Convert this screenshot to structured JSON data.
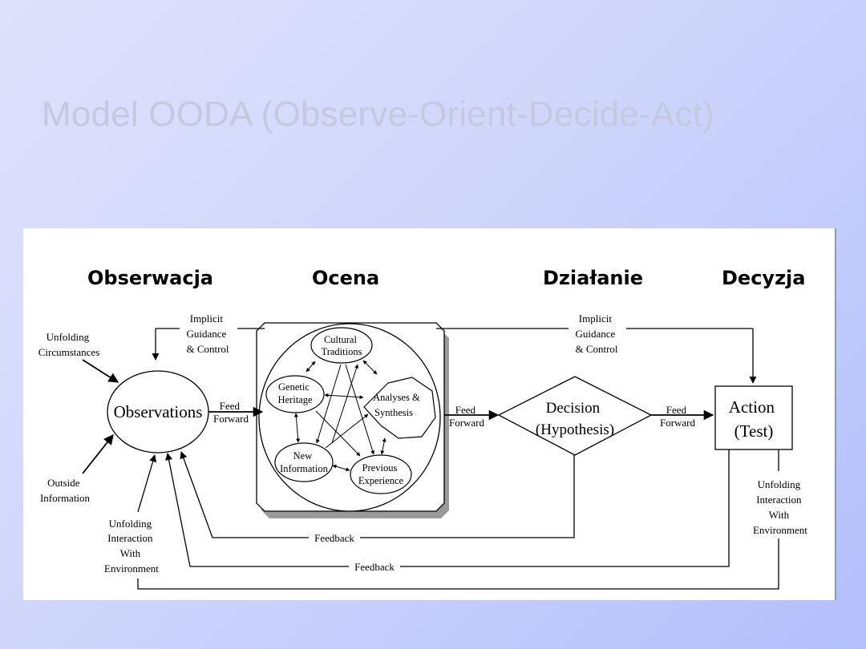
{
  "slide": {
    "title": "Model OODA (Observe-Orient-Decide-Act)"
  },
  "headers": {
    "observe": "Obserwacja",
    "orient": "Ocena",
    "decide": "Działanie",
    "act": "Decyzja"
  },
  "inputs": {
    "unfolding_circumstances": [
      "Unfolding",
      "Circumstances"
    ],
    "outside_information": [
      "Outside",
      "Information"
    ],
    "unfolding_interaction_left": [
      "Unfolding",
      "Interaction",
      "With",
      "Environment"
    ],
    "unfolding_interaction_right": [
      "Unfolding",
      "Interaction",
      "With",
      "Environment"
    ]
  },
  "guidance": {
    "left": [
      "Implicit",
      "Guidance",
      "& Control"
    ],
    "right": [
      "Implicit",
      "Guidance",
      "& Control"
    ]
  },
  "nodes": {
    "observations": "Observations",
    "cultural_traditions": [
      "Cultural",
      "Traditions"
    ],
    "genetic_heritage": [
      "Genetic",
      "Heritage"
    ],
    "analyses_synthesis": [
      "Analyses &",
      "Synthesis"
    ],
    "new_information": [
      "New",
      "Information"
    ],
    "previous_experience": [
      "Previous",
      "Experience"
    ],
    "decision": [
      "Decision",
      "(Hypothesis)"
    ],
    "action": [
      "Action",
      "(Test)"
    ]
  },
  "edges": {
    "feed_forward_1": [
      "Feed",
      "Forward"
    ],
    "feed_forward_2": [
      "Feed",
      "Forward"
    ],
    "feed_forward_3": [
      "Feed",
      "Forward"
    ],
    "feedback_upper": "Feedback",
    "feedback_lower": "Feedback"
  }
}
